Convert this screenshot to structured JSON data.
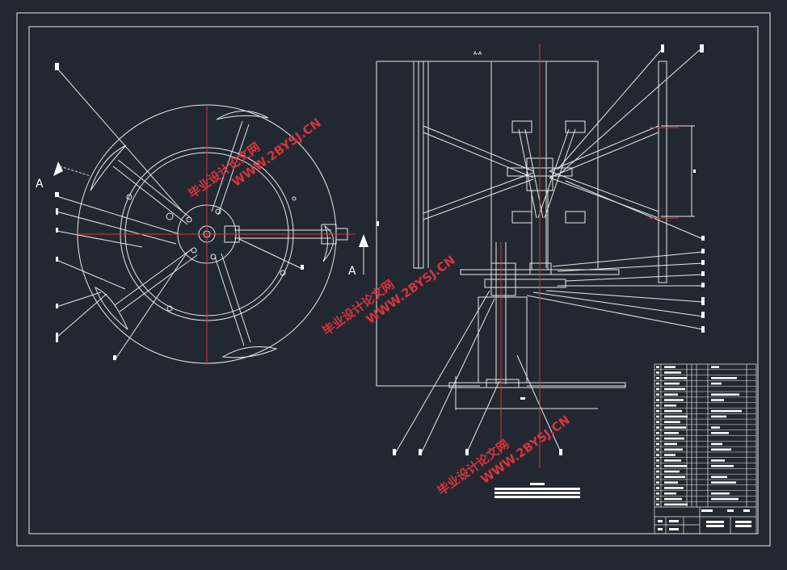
{
  "drawing": {
    "section_letter": "A",
    "section_view_title": "A-A",
    "watermarks": [
      {
        "cn": "毕业设计论文网",
        "url": "WWW.2BYSJ.CN"
      },
      {
        "cn": "毕业设计论文网",
        "url": "WWW.2BYSJ.CN"
      },
      {
        "cn": "毕业设计论文网",
        "url": "WWW.2BYSJ.CN"
      }
    ]
  },
  "colors": {
    "background": "#222831",
    "line": "#e8e8e8",
    "centerline": "#d8343c",
    "watermark": "#d8343c"
  }
}
